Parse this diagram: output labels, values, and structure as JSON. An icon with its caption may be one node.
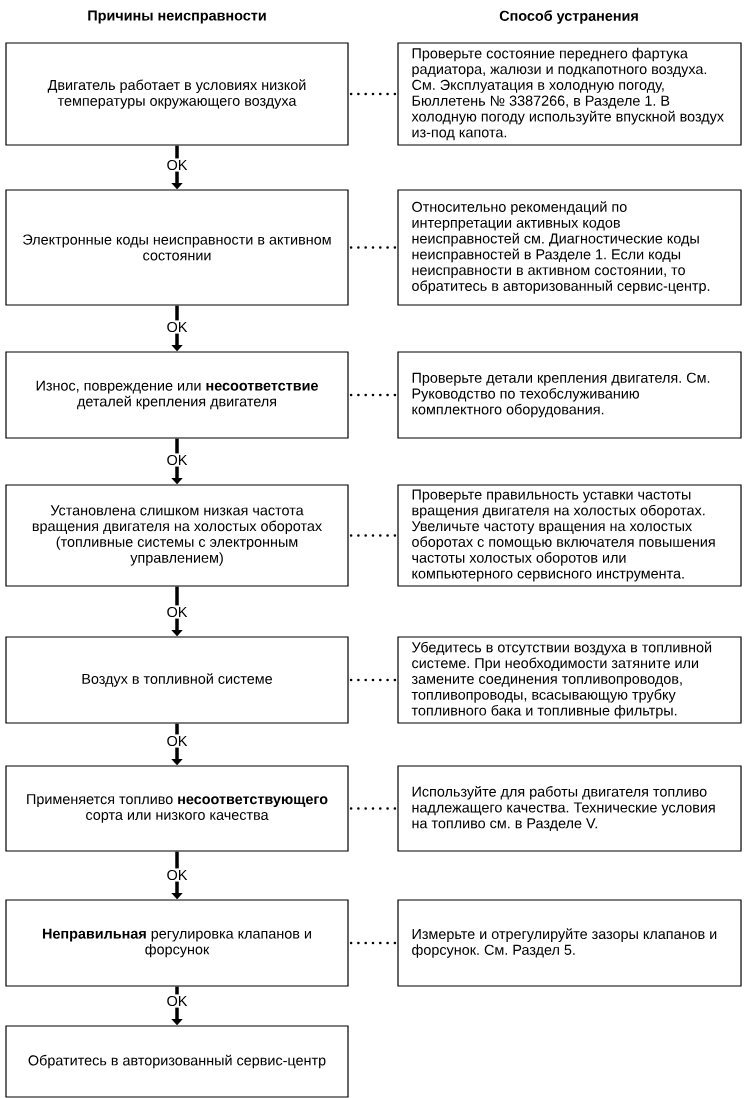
{
  "diagram": {
    "nodes": [
      {
        "text": [
          "Двигатель работает в условиях низкой температуры окружающего воздуха"
        ]
      },
      {
        "text": [
          "Проверьте состояние переднего фартука радиатора, жалюзи и подкапотного воздуха. См. Эксплуатация в холодную погоду, Бюллетень № 3387266, в Разделе 1. В холодную погоду используйте впускной воздух из-под капота."
        ]
      },
      {
        "text": [
          "Электронные коды неисправности в активном состоянии"
        ]
      },
      {
        "text": [
          "Относительно рекомендаций по интерпретации активных кодов неисправностей см. Диагностические коды неисправностей в Разделе 1. Если коды неисправности в активном состоянии, то обратитесь в авторизованный сервис-центр."
        ]
      },
      {
        "text": [
          "Износ, повреждение или **несоответствие** деталей крепления двигателя"
        ]
      },
      {
        "text": [
          "Проверьте детали крепления двигателя. См. Руководство по техобслуживанию комплектного оборудования."
        ]
      },
      {
        "text": [
          "Установлена слишком низкая частота вращения двигателя на холостых оборотах (топливные системы с электронным управлением)"
        ]
      },
      {
        "text": [
          "Проверьте правильность уставки частоты вращения двигателя на холостых оборотах. Увеличьте частоту вращения на холостых оборотах с помощью включателя повышения частоты холостых оборотов или компьютерного сервисного инструмента."
        ]
      },
      {
        "text": [
          "Воздух в топливной системе"
        ]
      },
      {
        "text": [
          "Убедитесь в отсутствии воздуха в топливной системе. При необходимости затяните или замените соединения топливопроводов, топливопроводы, всасывающую трубку топливного бака и топливные фильтры."
        ]
      },
      {
        "text": [
          "Применяется топливо **несоответствующего** сорта или низкого качества"
        ]
      },
      {
        "text": [
          "Используйте для работы двигателя топливо надлежащего качества. Технические условия на топливо см. в Разделе V."
        ]
      },
      {
        "text": [
          "**Неправильная** регулировка клапанов и форсунок"
        ]
      },
      {
        "text": [
          "Измерьте и отрегулируйте зазоры клапанов и форсунок. См. Раздел 5."
        ]
      },
      {
        "text": [
          "Обратитесь в авторизованный сервис-центр"
        ]
      }
    ],
    "edges": [
      {
        "from": 0,
        "to": 1,
        "arrow": "none",
        "style": "dashed"
      },
      {
        "from": 0,
        "to": 2,
        "arrow": "to",
        "label": "OK"
      },
      {
        "from": 2,
        "to": 3,
        "arrow": "none",
        "style": "dashed"
      },
      {
        "from": 2,
        "to": 4,
        "arrow": "to",
        "label": "OK"
      },
      {
        "from": 4,
        "to": 5,
        "arrow": "none",
        "style": "dashed"
      },
      {
        "from": 4,
        "to": 6,
        "arrow": "to",
        "label": "OK"
      },
      {
        "from": 6,
        "to": 7,
        "arrow": "none",
        "style": "dashed"
      },
      {
        "from": 6,
        "to": 8,
        "arrow": "to",
        "label": "OK"
      },
      {
        "from": 8,
        "to": 9,
        "arrow": "none",
        "style": "dashed"
      },
      {
        "from": 8,
        "to": 10,
        "arrow": "to",
        "label": "OK"
      },
      {
        "from": 10,
        "to": 11,
        "arrow": "none",
        "style": "dashed"
      },
      {
        "from": 10,
        "to": 12,
        "arrow": "to",
        "label": "OK"
      },
      {
        "from": 12,
        "to": 13,
        "arrow": "none",
        "style": "dashed"
      },
      {
        "from": 12,
        "to": 14,
        "arrow": "to",
        "label": "OK"
      }
    ],
    "labels": [
      "Причины неисправности",
      "Способ устранения"
    ]
  }
}
